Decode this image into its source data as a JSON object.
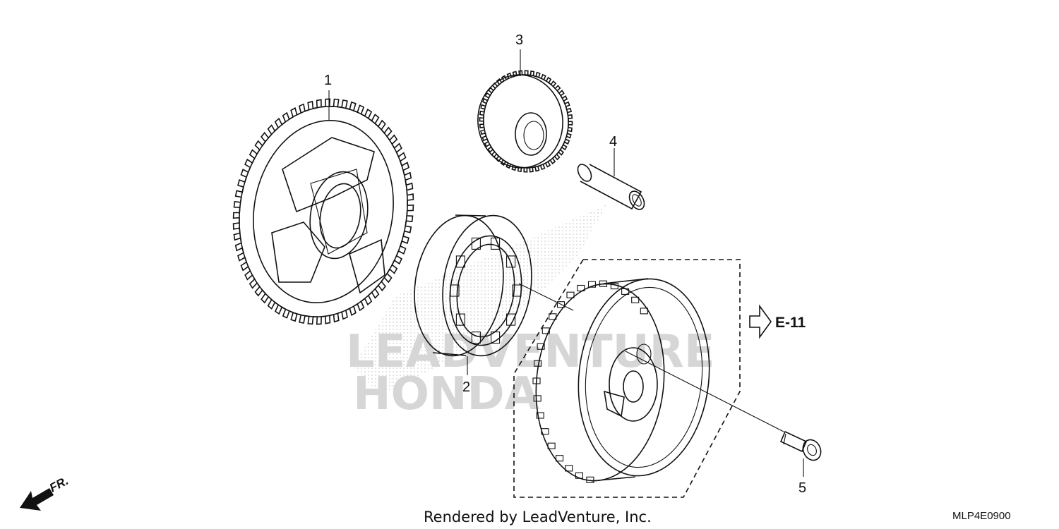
{
  "diagram": {
    "callouts": [
      "1",
      "2",
      "3",
      "4",
      "5"
    ],
    "reference_label": "E-11",
    "front_marker": "FR.",
    "footer_text": "Rendered by LeadVenture, Inc.",
    "diagram_code": "MLP4E0900",
    "watermark_lines": [
      "LEADVENTURE",
      "HONDA"
    ]
  }
}
